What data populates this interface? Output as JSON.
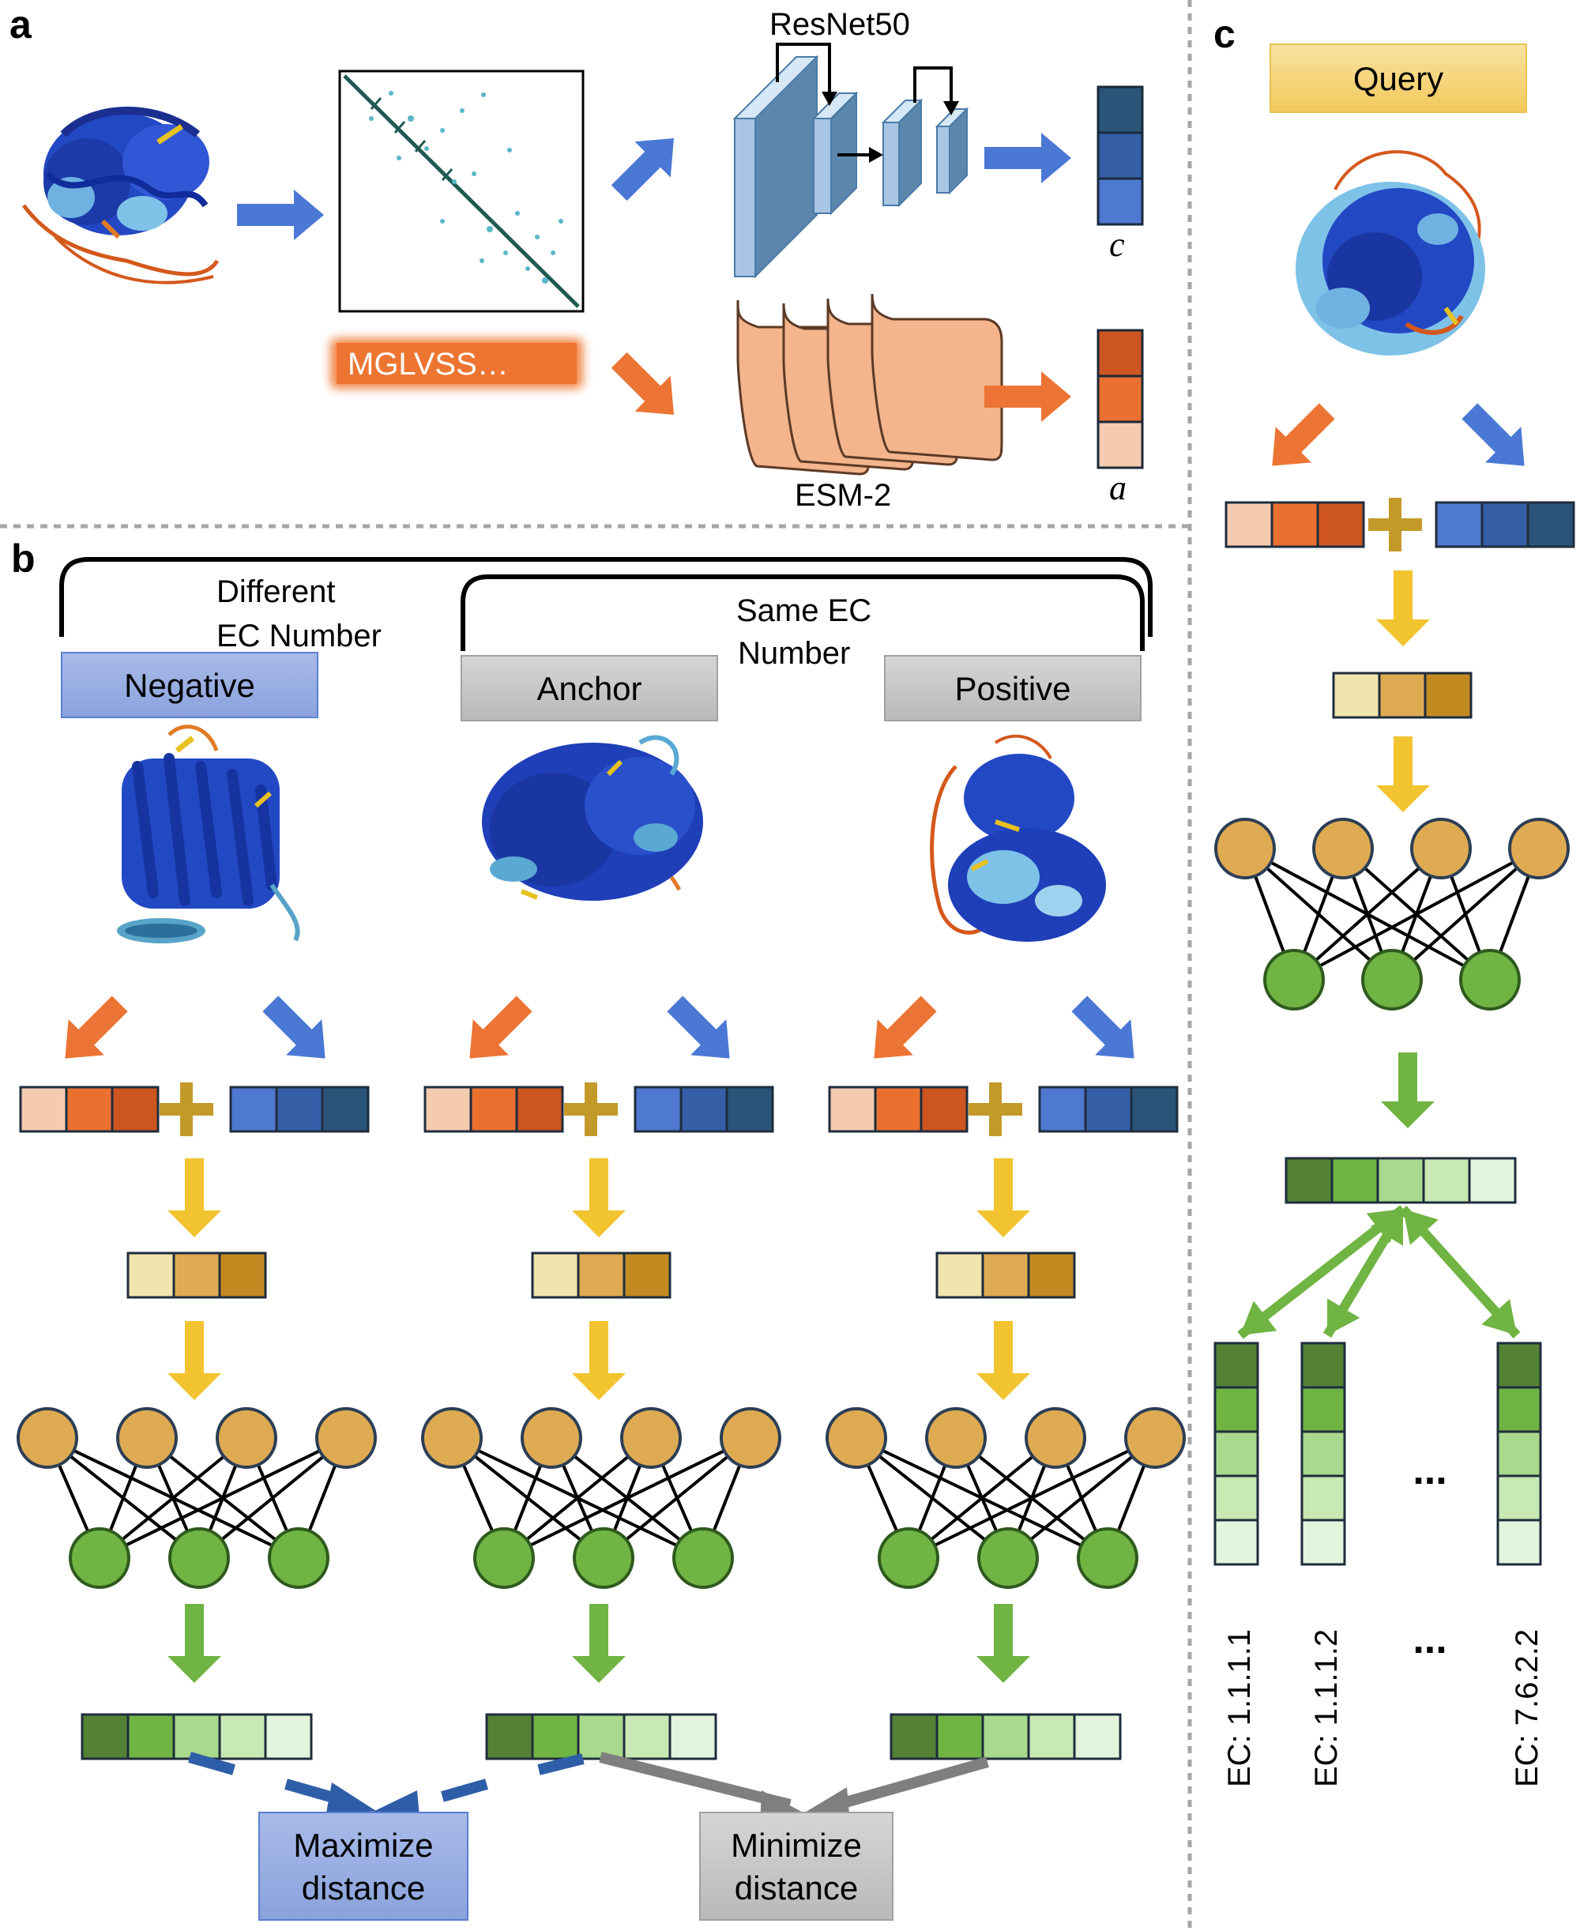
{
  "panels": {
    "a": "a",
    "b": "b",
    "c": "c"
  },
  "panel_a": {
    "sequence": "MGLVSS…",
    "resnet_label": "ResNet50",
    "esm_label": "ESM-2",
    "vector_c_label": "c",
    "vector_a_label": "a"
  },
  "panel_b": {
    "different_label": [
      "Different",
      "EC Number"
    ],
    "same_label": [
      "Same EC",
      "Number"
    ],
    "negative_label": "Negative",
    "anchor_label": "Anchor",
    "positive_label": "Positive",
    "maximize_label": [
      "Maximize",
      "distance"
    ],
    "minimize_label": [
      "Minimize",
      "distance"
    ]
  },
  "panel_c": {
    "query_label": "Query",
    "ellipsis": "...",
    "ec_labels": [
      "EC: 1.1.1.1",
      "EC: 1.1.1.2",
      "EC: 7.6.2.2"
    ]
  },
  "colors": {
    "orange": [
      "#f5cbb0",
      "#ea7030",
      "#cc5520"
    ],
    "blue": [
      "#4f78d0",
      "#345ea6",
      "#2a5478"
    ],
    "gold": [
      "#f1e4ad",
      "#dfab52",
      "#c48a22"
    ],
    "green": [
      "#548235",
      "#70b443",
      "#a9d98c",
      "#c8e8b4",
      "#e3f4dd"
    ],
    "node_top": "#dfab52",
    "node_bottom": "#70b443",
    "arrow_orange": "#ec7434",
    "arrow_blue": "#4a78d4",
    "arrow_yellow": "#f2c430",
    "arrow_green": "#70b443",
    "arrow_gray": "#7f7f7f",
    "negative_box": "#9bb0e3",
    "anchor_box": "#c6c6c6",
    "query_box": "#f6d77e"
  },
  "icons": [
    "protein-structure-icon",
    "contact-map-icon",
    "resnet-block-icon",
    "esm-layer-icon",
    "neural-network-icon"
  ]
}
